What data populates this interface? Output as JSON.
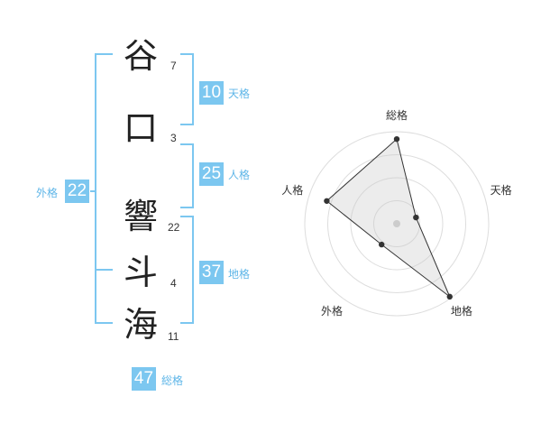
{
  "chars": [
    {
      "char": "谷",
      "strokes": "7"
    },
    {
      "char": "口",
      "strokes": "3"
    },
    {
      "char": "響",
      "strokes": "22"
    },
    {
      "char": "斗",
      "strokes": "4"
    },
    {
      "char": "海",
      "strokes": "11"
    }
  ],
  "fortune": {
    "tenkaku": {
      "value": "10",
      "label": "天格"
    },
    "jinkaku": {
      "value": "25",
      "label": "人格"
    },
    "chikaku": {
      "value": "37",
      "label": "地格"
    },
    "gaikaku": {
      "value": "22",
      "label": "外格"
    },
    "soukaku": {
      "value": "47",
      "label": "総格"
    }
  },
  "colors": {
    "accent": "#7cc7f0",
    "accent_text": "#5fb6e8"
  },
  "chart_data": {
    "type": "radar",
    "axes": [
      "総格",
      "天格",
      "地格",
      "外格",
      "人格"
    ],
    "values": [
      0.92,
      0.22,
      0.98,
      0.28,
      0.8
    ],
    "rings": 4,
    "range": [
      0,
      1
    ]
  }
}
